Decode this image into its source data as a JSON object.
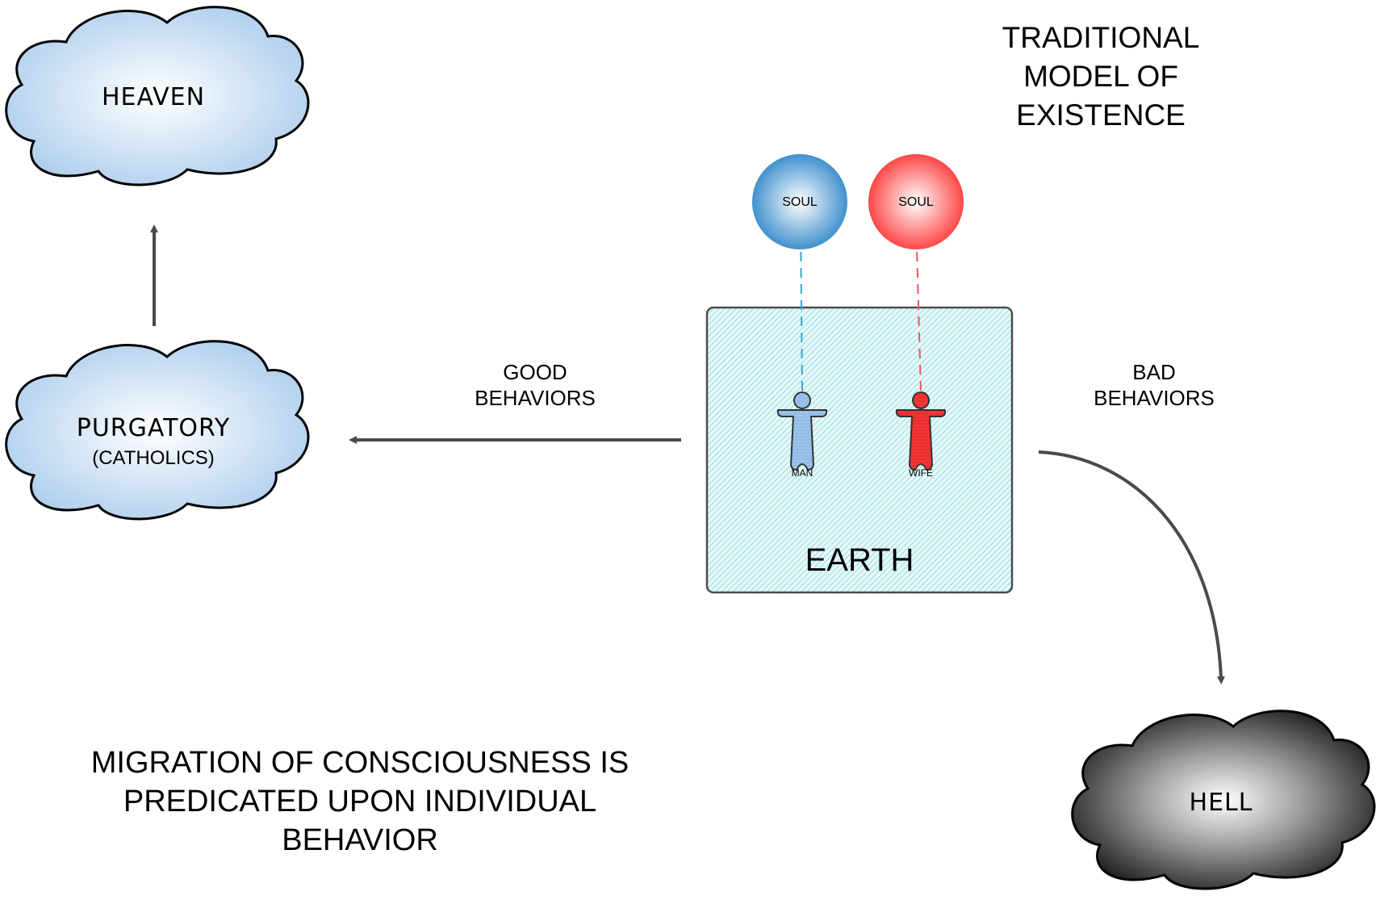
{
  "title_lines": [
    "TRADITIONAL",
    "MODEL OF",
    "EXISTENCE"
  ],
  "clouds": {
    "heaven": {
      "label": "HEAVEN"
    },
    "purgatory": {
      "label": "PURGATORY",
      "sublabel": "(CATHOLICS)"
    },
    "hell": {
      "label": "HELL"
    }
  },
  "earth": {
    "label": "EARTH"
  },
  "souls": [
    {
      "label": "SOUL",
      "color": "#2f86c9"
    },
    {
      "label": "SOUL",
      "color": "#ff3b3b"
    }
  ],
  "figures": [
    {
      "label": "MAN",
      "color": "#9cc3ea"
    },
    {
      "label": "WIFE",
      "color": "#f53535"
    }
  ],
  "arrows": {
    "good": {
      "label_lines": [
        "GOOD",
        "BEHAVIORS"
      ]
    },
    "bad": {
      "label_lines": [
        "BAD",
        "BEHAVIORS"
      ]
    }
  },
  "caption_lines": [
    "MIGRATION OF CONSCIOUSNESS IS",
    "PREDICATED UPON INDIVIDUAL",
    "BEHAVIOR"
  ],
  "colors": {
    "cloud_blue_edge": "#b2d1ee",
    "earth_fill": "#d8f4f6",
    "earth_hatch": "#8fdde3",
    "arrow": "#4a4a4a"
  }
}
